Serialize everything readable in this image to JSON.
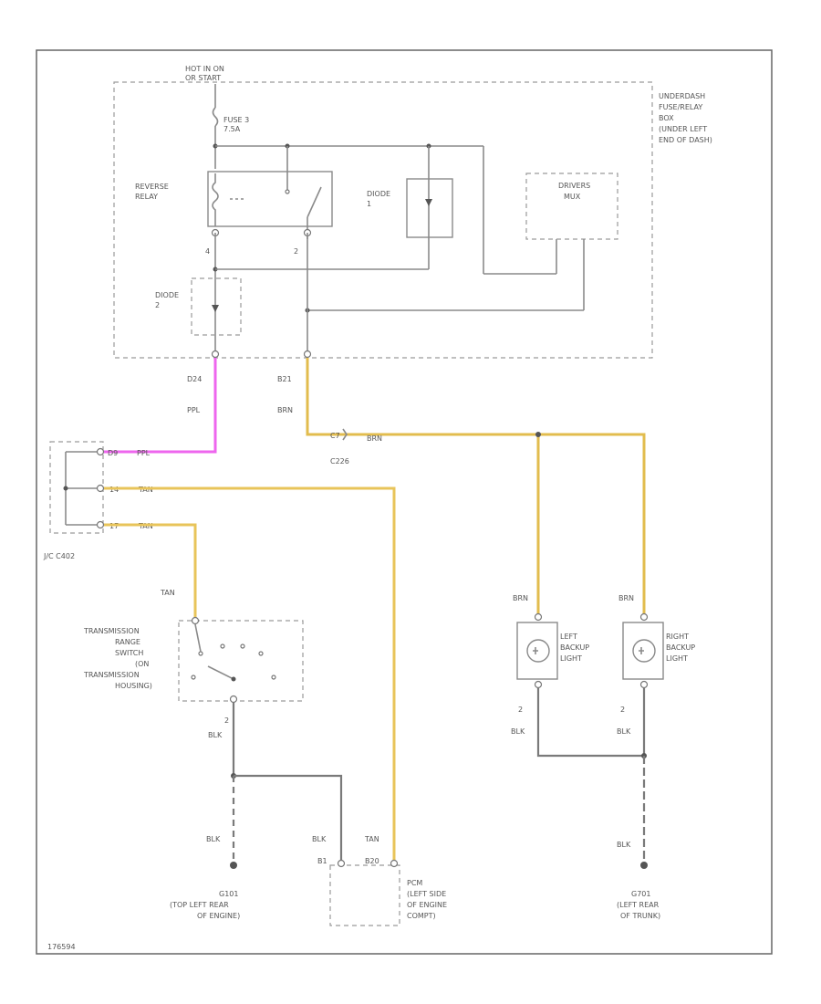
{
  "power": {
    "hot_label_1": "HOT IN ON",
    "hot_label_2": "OR START"
  },
  "fuse": {
    "name": "FUSE 3",
    "rating": "7.5A"
  },
  "fuse_box": {
    "line1": "UNDERDASH",
    "line2": "FUSE/RELAY",
    "line3": "BOX",
    "line4": "(UNDER LEFT",
    "line5": "END OF DASH)"
  },
  "relay": {
    "line1": "REVERSE",
    "line2": "RELAY",
    "pin_left": "4",
    "pin_right": "2"
  },
  "diode_top": {
    "line1": "DIODE",
    "line2": "1"
  },
  "diode_bottom": {
    "line1": "DIODE",
    "line2": "2"
  },
  "drivers_mux": {
    "line1": "DRIVERS",
    "line2": "MUX"
  },
  "wires": {
    "d24": "D24",
    "ppl": "PPL",
    "b21": "B21",
    "brn": "BRN",
    "c7": "C7",
    "brn2": "BRN",
    "c226": "C226"
  },
  "jc": {
    "label": "J/C C402",
    "pin_d9": "D9",
    "ppl_d9": "PPL",
    "pin_14": "14",
    "tan_14": "TAN",
    "pin_17": "17",
    "tan_17": "TAN"
  },
  "trans_switch": {
    "tan": "TAN",
    "line1": "TRANSMISSION",
    "line2": "RANGE",
    "line3": "SWITCH",
    "line4": "(ON",
    "line5": "TRANSMISSION",
    "line6": "HOUSING)",
    "pin": "2",
    "blk": "BLK"
  },
  "ground_left": {
    "blk": "BLK",
    "line1": "G101",
    "line2": "(TOP LEFT REAR",
    "line3": "OF ENGINE)"
  },
  "pcm": {
    "blk": "BLK",
    "tan": "TAN",
    "pin_b1": "B1",
    "pin_b20": "B20",
    "line1": "PCM",
    "line2": "(LEFT SIDE",
    "line3": "OF ENGINE",
    "line4": "COMPT)"
  },
  "left_light": {
    "brn": "BRN",
    "line1": "LEFT",
    "line2": "BACKUP",
    "line3": "LIGHT",
    "pin": "2",
    "blk": "BLK"
  },
  "right_light": {
    "brn": "BRN",
    "line1": "RIGHT",
    "line2": "BACKUP",
    "line3": "LIGHT",
    "pin": "2",
    "blk": "BLK"
  },
  "ground_right": {
    "blk": "BLK",
    "line1": "G701",
    "line2": "(LEFT REAR",
    "line3": "OF TRUNK)"
  },
  "diagram_id": "176594"
}
